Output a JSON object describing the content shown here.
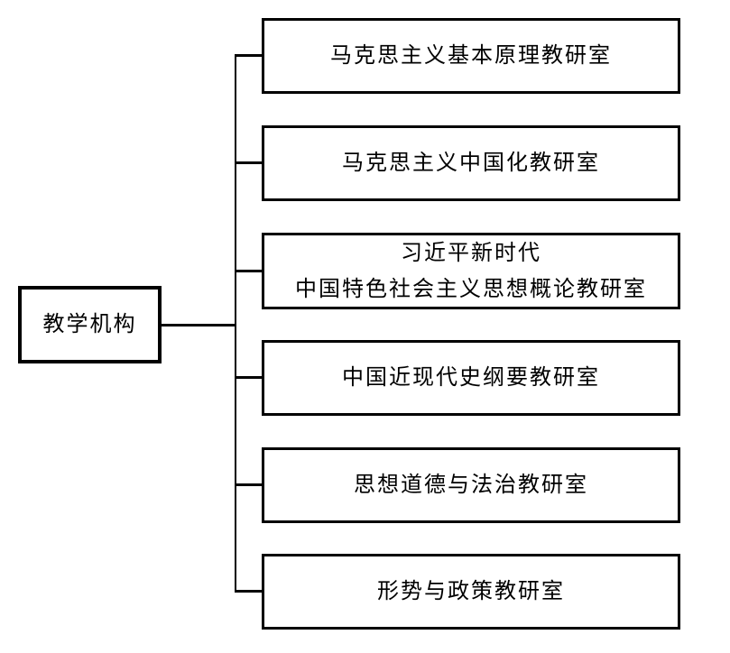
{
  "diagram": {
    "type": "org-chart",
    "root": {
      "label": "教学机构"
    },
    "children": [
      {
        "label": "马克思主义基本原理教研室"
      },
      {
        "label": "马克思主义中国化教研室"
      },
      {
        "label": "习近平新时代\n中国特色社会主义思想概论教研室"
      },
      {
        "label": "中国近现代史纲要教研室"
      },
      {
        "label": "思想道德与法治教研室"
      },
      {
        "label": "形势与政策教研室"
      }
    ],
    "colors": {
      "line": "#000000",
      "text": "#000000",
      "background": "#ffffff"
    }
  }
}
